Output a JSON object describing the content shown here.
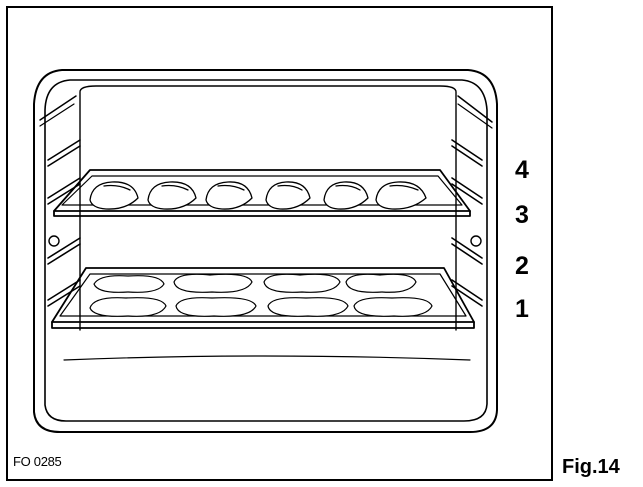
{
  "shelf_labels": [
    "4",
    "3",
    "2",
    "1"
  ],
  "drawing_code": "FO 0285",
  "figure_label": "Fig.14"
}
